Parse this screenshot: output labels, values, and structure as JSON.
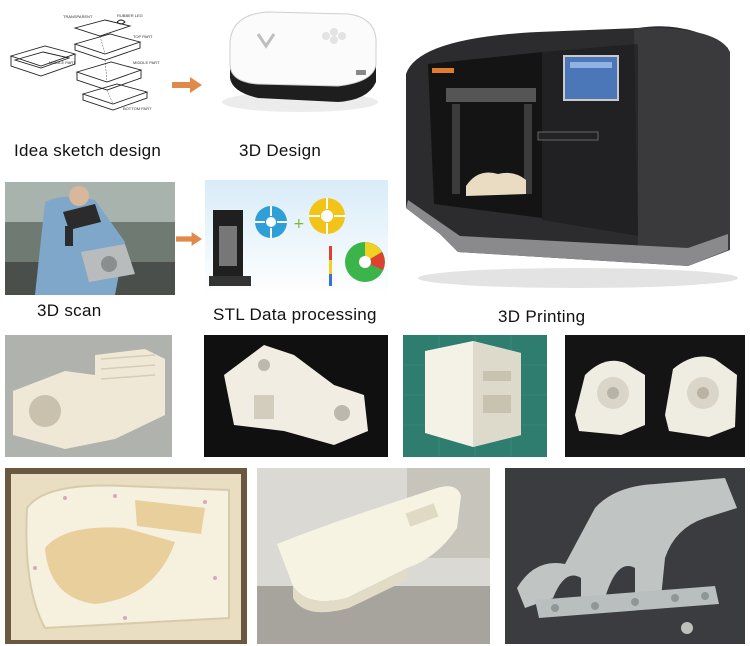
{
  "captions": {
    "idea_sketch": "Idea sketch design",
    "design_3d": "3D Design",
    "scan_3d": "3D scan",
    "stl": "STL Data processing",
    "printing": "3D Printing"
  },
  "sketch_labels": {
    "transparent": "TRANSPARENT",
    "rubber_leg": "RUBBER LEG",
    "top_part": "TOP PART",
    "middle_part_1": "MIDDLE PART",
    "middle_part_2": "MIDDLE PART",
    "bottom_part": "BOTTOM PART"
  },
  "colors": {
    "arrow": "#e08a4a",
    "printer_body": "#2e2e30",
    "print_white": "#f1ece0"
  }
}
